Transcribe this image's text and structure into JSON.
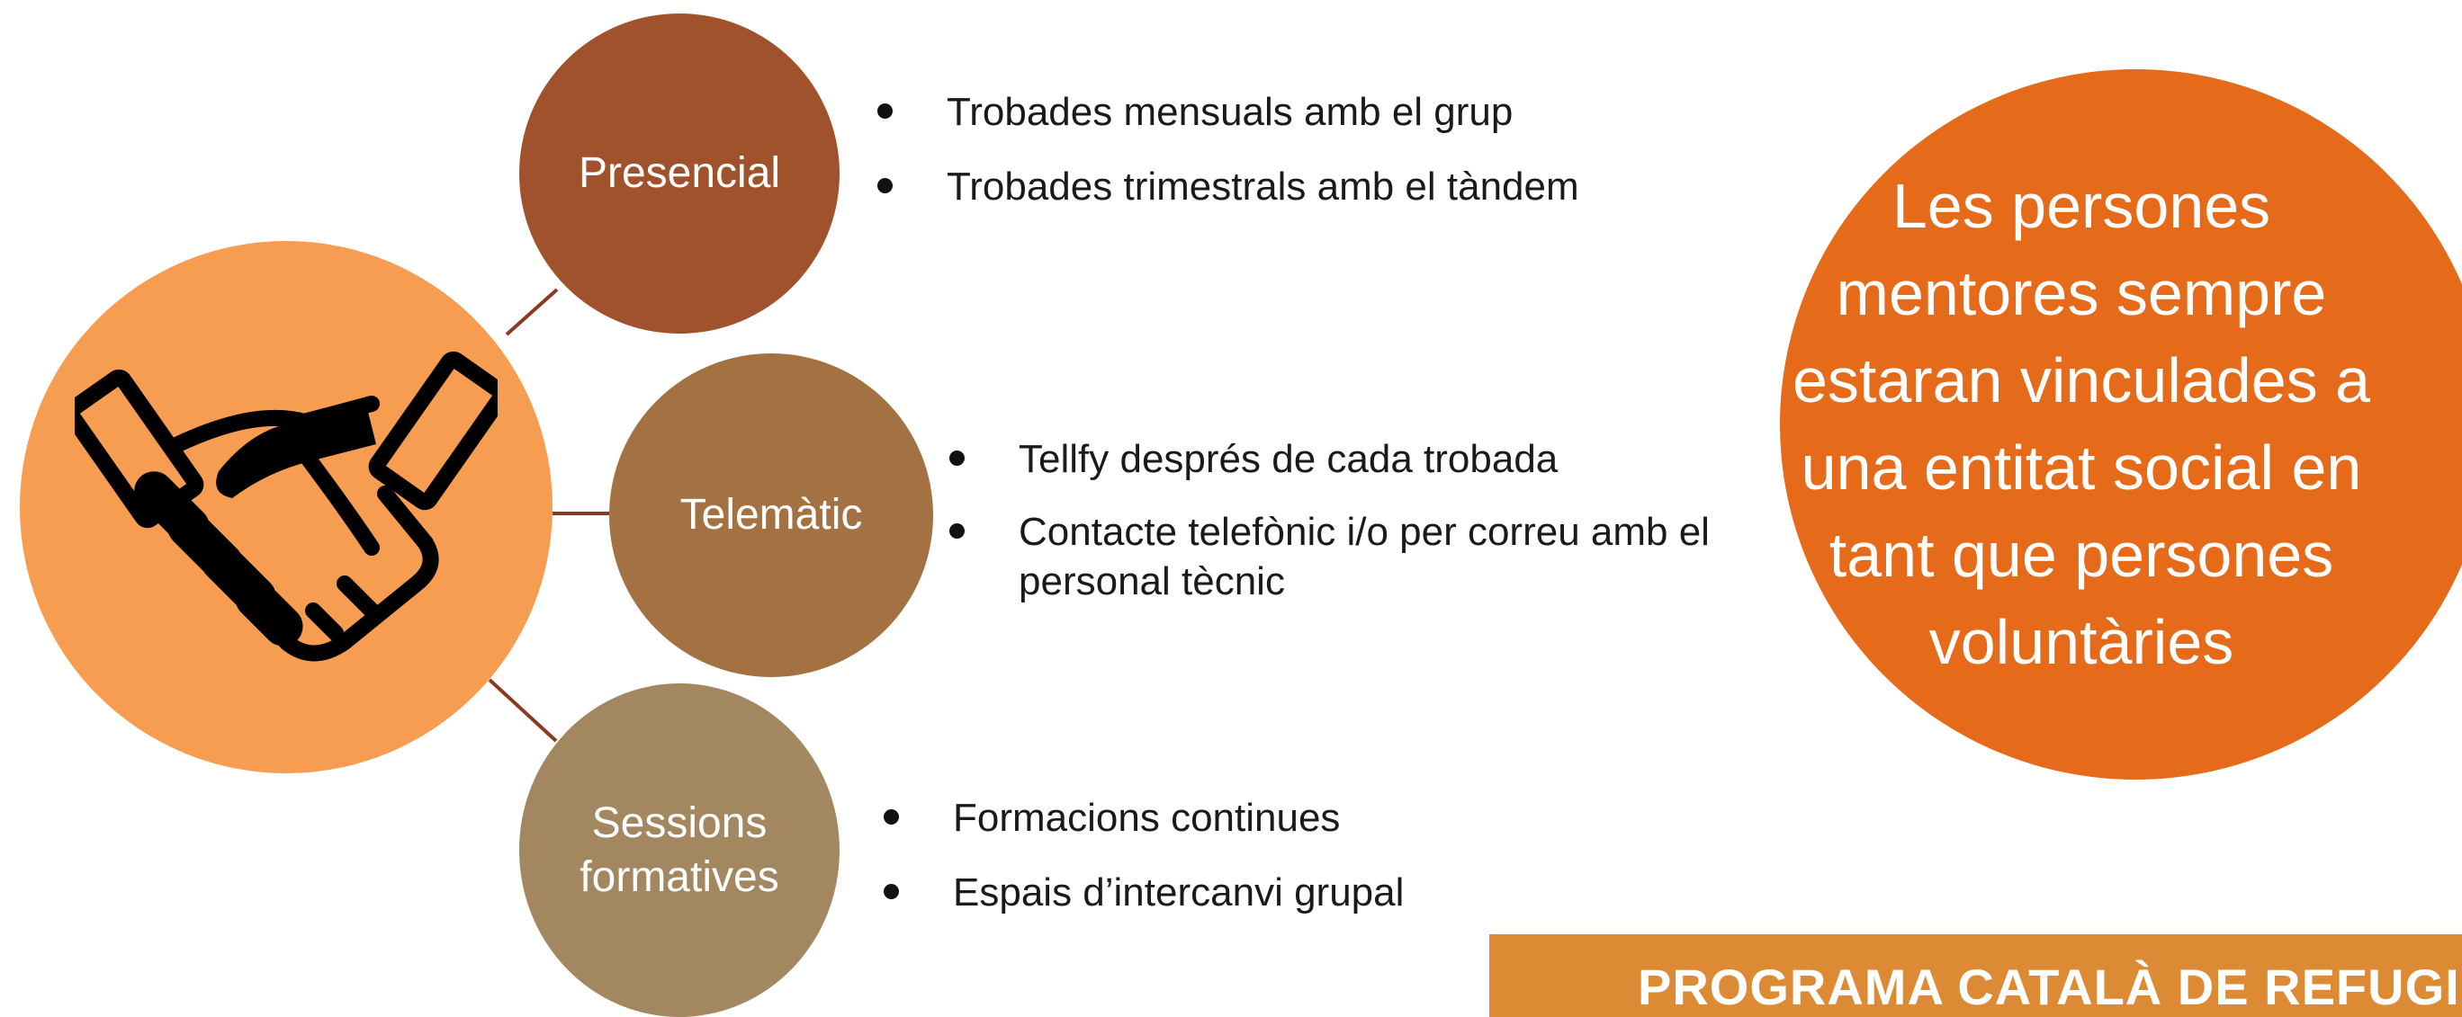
{
  "colors": {
    "hub": "#f79d52",
    "presencial": "#a0522d",
    "telematic": "#a47142",
    "sessions": "#a28760",
    "connector": "#8b3a1e",
    "callout": "#e56a1a",
    "banner": "#dd8a35"
  },
  "hub": {
    "icon": "handshake-icon"
  },
  "nodes": [
    {
      "label": "Presencial",
      "items": [
        "Trobades mensuals amb el grup",
        "Trobades trimestrals amb el tàndem"
      ]
    },
    {
      "label": "Telemàtic",
      "items": [
        "Tellfy després de cada trobada",
        "Contacte telefònic i/o per correu amb el personal tècnic"
      ]
    },
    {
      "label_line1": "Sessions",
      "label_line2": "formatives",
      "items": [
        "Formacions continues",
        "Espais d’intercanvi grupal"
      ]
    }
  ],
  "callout": {
    "text_before": "Les persones mentores sempre estaran vinculades a una",
    "highlight": "entitat social",
    "text_after": "en tant que persones voluntàries"
  },
  "banner": {
    "text": "PROGRAMA CATALÀ DE REFUGI"
  }
}
